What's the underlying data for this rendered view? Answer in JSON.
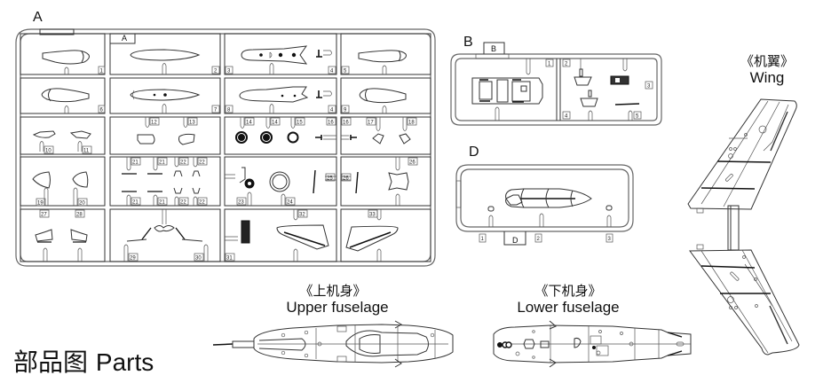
{
  "sprues": {
    "A": {
      "letter": "A",
      "tag_letter": "A",
      "part_numbers": [
        "1",
        "2",
        "3",
        "4",
        "5",
        "6",
        "7",
        "8",
        "4",
        "9",
        "10",
        "11",
        "12",
        "13",
        "14",
        "14",
        "15",
        "16",
        "16",
        "17",
        "18",
        "19",
        "20",
        "21",
        "21",
        "22",
        "22",
        "21",
        "21",
        "22",
        "22",
        "23",
        "24",
        "25",
        "26",
        "26",
        "27",
        "28",
        "29",
        "30",
        "31",
        "32",
        "33"
      ]
    },
    "B": {
      "letter": "B",
      "tag_letter": "B",
      "part_numbers": [
        "1",
        "2",
        "3",
        "4",
        "5"
      ]
    },
    "D": {
      "letter": "D",
      "tag_letter": "D",
      "part_numbers": [
        "1",
        "2",
        "3"
      ]
    }
  },
  "assemblies": {
    "wing": {
      "title_cn": "《机翼》",
      "title_en": "Wing"
    },
    "upper_fuselage": {
      "title_cn": "《上机身》",
      "title_en": "Upper fuselage"
    },
    "lower_fuselage": {
      "title_cn": "《下机身》",
      "title_en": "Lower fuselage"
    }
  },
  "page_title": {
    "cn": "部品图",
    "en": "Parts"
  }
}
